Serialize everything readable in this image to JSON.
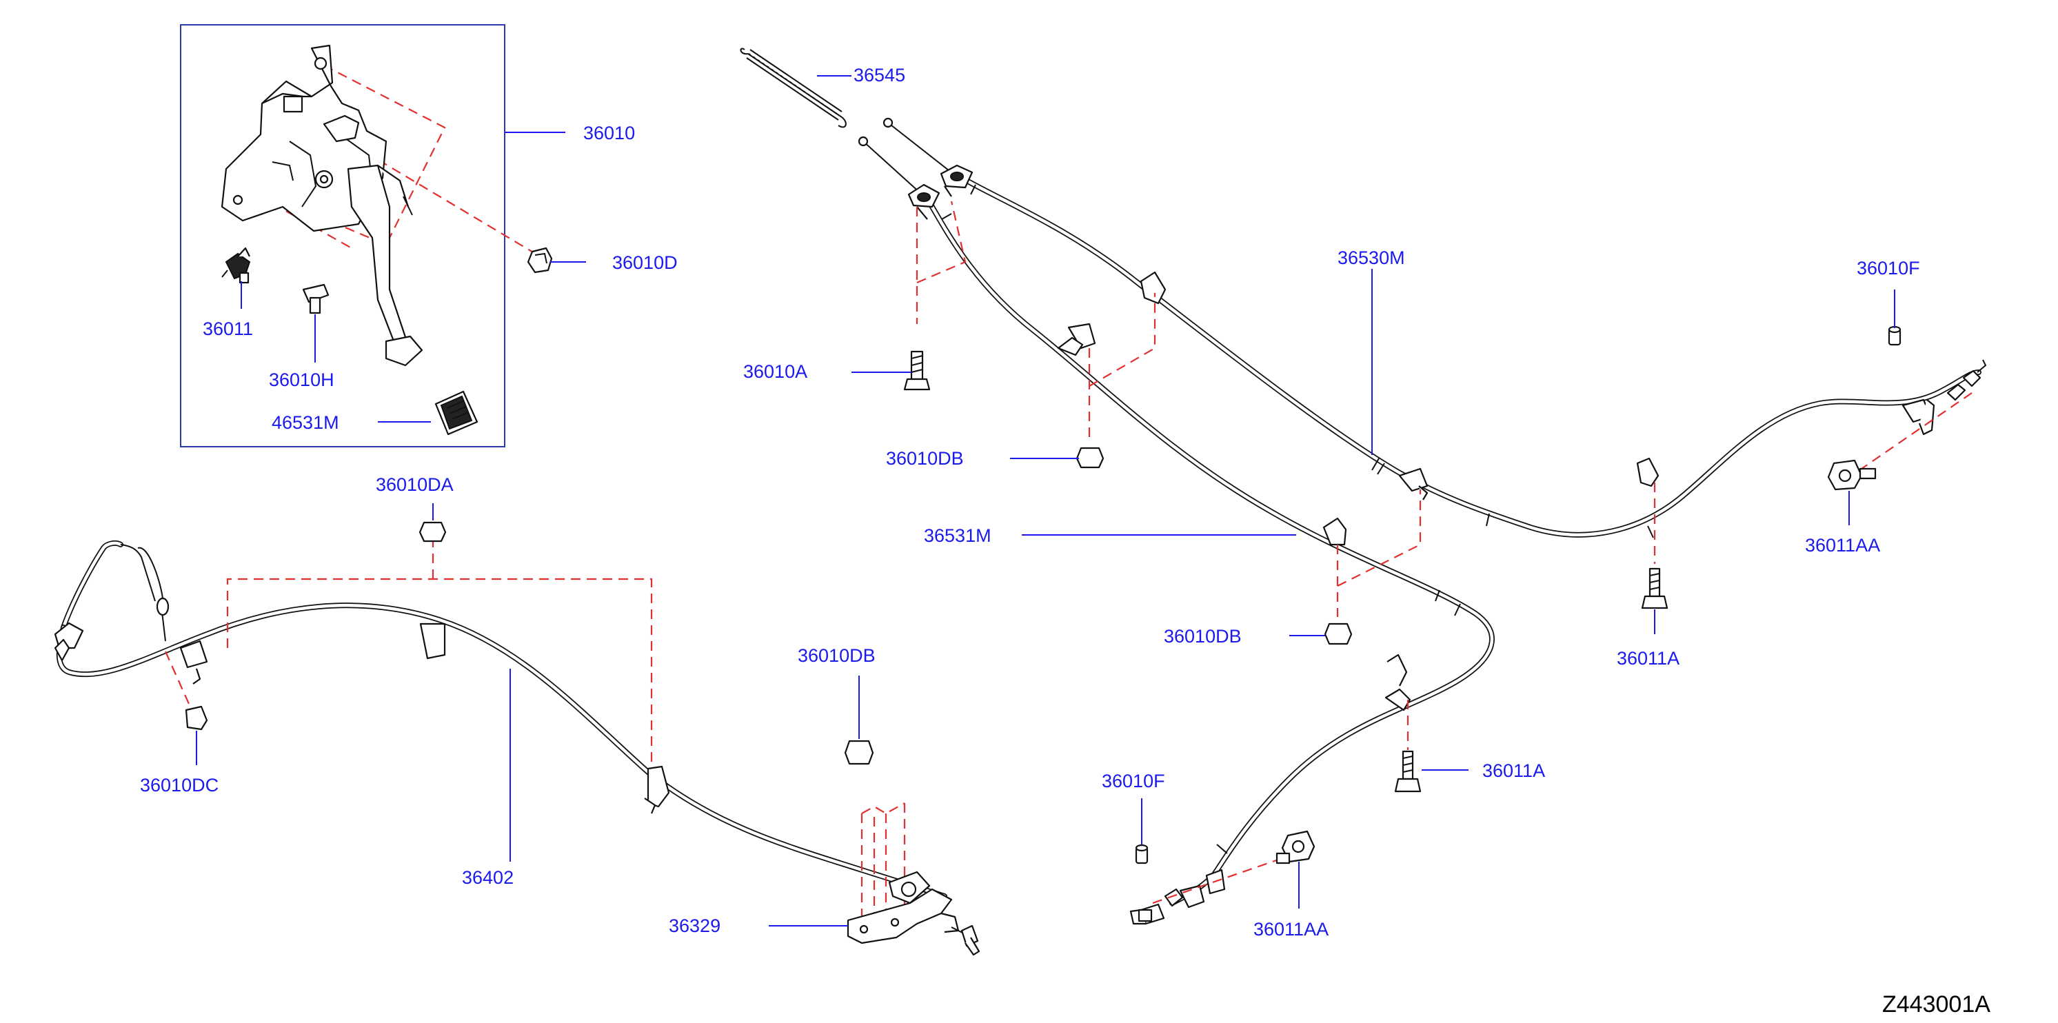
{
  "diagram": {
    "drawing_code": "Z443001A",
    "labels": [
      {
        "id": "pedal-assembly",
        "text": "36010"
      },
      {
        "id": "pedal-clip-d",
        "text": "36010D"
      },
      {
        "id": "switch",
        "text": "36011"
      },
      {
        "id": "pedal-bolt-h",
        "text": "36010H"
      },
      {
        "id": "pedal-pad",
        "text": "46531M"
      },
      {
        "id": "return-spring",
        "text": "36545"
      },
      {
        "id": "bolt-a",
        "text": "36010A"
      },
      {
        "id": "clip-db-upper",
        "text": "36010DB"
      },
      {
        "id": "rear-cable-left",
        "text": "36531M"
      },
      {
        "id": "rear-cable-right",
        "text": "36530M"
      },
      {
        "id": "clip-db-mid",
        "text": "36010DB"
      },
      {
        "id": "plug-f-right",
        "text": "36010F"
      },
      {
        "id": "nut-aa-right",
        "text": "36011AA"
      },
      {
        "id": "bolt-36011a-right",
        "text": "36011A"
      },
      {
        "id": "bolt-36011a-center",
        "text": "36011A"
      },
      {
        "id": "plug-f-center",
        "text": "36010F"
      },
      {
        "id": "nut-aa-center",
        "text": "36011AA"
      },
      {
        "id": "clip-da",
        "text": "36010DA"
      },
      {
        "id": "clip-dc",
        "text": "36010DC"
      },
      {
        "id": "front-cable",
        "text": "36402"
      },
      {
        "id": "clip-db-lower",
        "text": "36010DB"
      },
      {
        "id": "equalizer",
        "text": "36329"
      }
    ]
  }
}
